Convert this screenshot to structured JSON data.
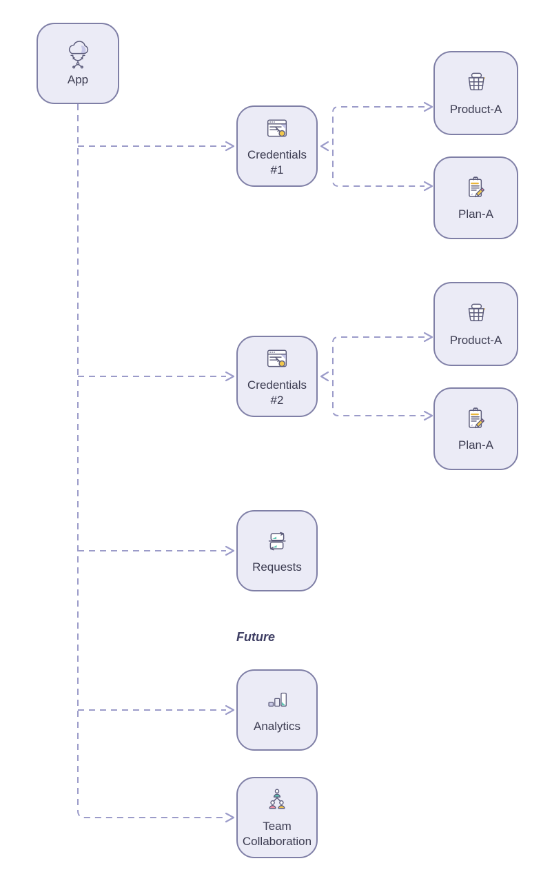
{
  "diagram": {
    "type": "flowchart",
    "direction": "left-to-right",
    "note": "Future",
    "nodes": {
      "app": {
        "label": "App",
        "icon": "cloud-app-icon"
      },
      "credentials1": {
        "label": "Credentials\n#1",
        "icon": "browser-key-icon"
      },
      "product_a1": {
        "label": "Product-A",
        "icon": "basket-icon"
      },
      "plan_a1": {
        "label": "Plan-A",
        "icon": "clipboard-pencil-icon"
      },
      "credentials2": {
        "label": "Credentials\n#2",
        "icon": "browser-key-icon"
      },
      "product_a2": {
        "label": "Product-A",
        "icon": "basket-icon"
      },
      "plan_a2": {
        "label": "Plan-A",
        "icon": "clipboard-pencil-icon"
      },
      "requests": {
        "label": "Requests",
        "icon": "flip-sync-icon"
      },
      "analytics": {
        "label": "Analytics",
        "icon": "bar-chart-icon"
      },
      "team": {
        "label": "Team\nCollaboration",
        "icon": "team-org-icon"
      }
    },
    "edges": [
      {
        "from": "app",
        "to": "credentials1",
        "style": "dashed-arrow"
      },
      {
        "from": "app",
        "to": "credentials2",
        "style": "dashed-arrow"
      },
      {
        "from": "app",
        "to": "requests",
        "style": "dashed-arrow"
      },
      {
        "from": "app",
        "to": "analytics",
        "style": "dashed-arrow"
      },
      {
        "from": "app",
        "to": "team",
        "style": "dashed-arrow"
      },
      {
        "from": "credentials1",
        "to": "product_a1",
        "style": "dashed-arrow"
      },
      {
        "from": "credentials1",
        "to": "plan_a1",
        "style": "dashed-arrow"
      },
      {
        "from": "credentials2",
        "to": "product_a2",
        "style": "dashed-arrow"
      },
      {
        "from": "credentials2",
        "to": "plan_a2",
        "style": "dashed-arrow"
      }
    ],
    "colors": {
      "node_fill": "#ebebf6",
      "node_border": "#7f7fa6",
      "edge": "#9b9bc9",
      "text": "#3b3b50",
      "note_text": "#3e3e63",
      "icon_stroke": "#5b5b7a",
      "accent_yellow": "#f2c84b",
      "accent_pink": "#f08ca2",
      "accent_teal": "#5fc6b4",
      "accent_lavender": "#c7c7e8"
    }
  }
}
